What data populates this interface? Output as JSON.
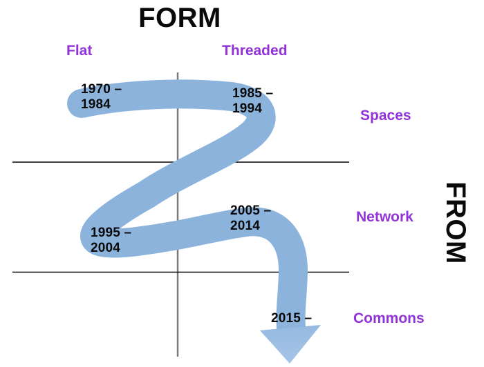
{
  "diagram": {
    "title": "FORM",
    "axis_right_label": "FROM",
    "column_headers": [
      "Flat",
      "Threaded"
    ],
    "row_labels": [
      "Spaces",
      "Network",
      "Commons"
    ],
    "periods": [
      {
        "start": "1970",
        "end": "1984",
        "line1": "1970 –",
        "line2": "1984"
      },
      {
        "start": "1985",
        "end": "1994",
        "line1": "1985 –",
        "line2": "1994"
      },
      {
        "start": "1995",
        "end": "2004",
        "line1": "1995 –",
        "line2": "2004"
      },
      {
        "start": "2005",
        "end": "2014",
        "line1": "2005 –",
        "line2": "2014"
      },
      {
        "start": "2015",
        "end": "",
        "line1": "2015 –",
        "line2": ""
      }
    ]
  },
  "colors": {
    "ribbon": "#8BB3DC",
    "arrowhead_light": "#A6C5E7",
    "label_purple": "#9233D8",
    "grid_gray": "#7B7B7B",
    "grid_black": "#000000",
    "text": "#0A0A0A",
    "background": "#FFFFFF"
  }
}
